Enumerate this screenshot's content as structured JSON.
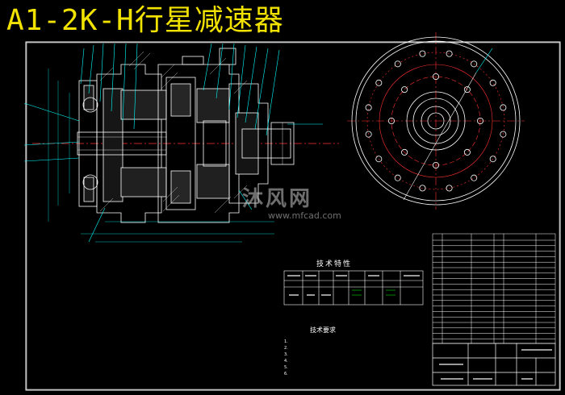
{
  "drawing": {
    "title": "A1-2K-H行星减速器",
    "watermark": {
      "text": "沐风网",
      "url": "www.mfcad.com"
    },
    "tech_table_title": "技术特性",
    "requirements_title": "技术要求",
    "requirements": [
      "1.",
      "2.",
      "3.",
      "4.",
      "5.",
      "6."
    ],
    "title_block": {
      "cell_a": "",
      "cell_b": ""
    },
    "colors": {
      "background": "#000000",
      "title": "#f2e200",
      "outline": "#ffffff",
      "leader": "#00ffff",
      "centerline": "#ff3030",
      "dimension": "#00c8c8",
      "hatch": "#ffffff",
      "accent": "#00ff00"
    }
  }
}
